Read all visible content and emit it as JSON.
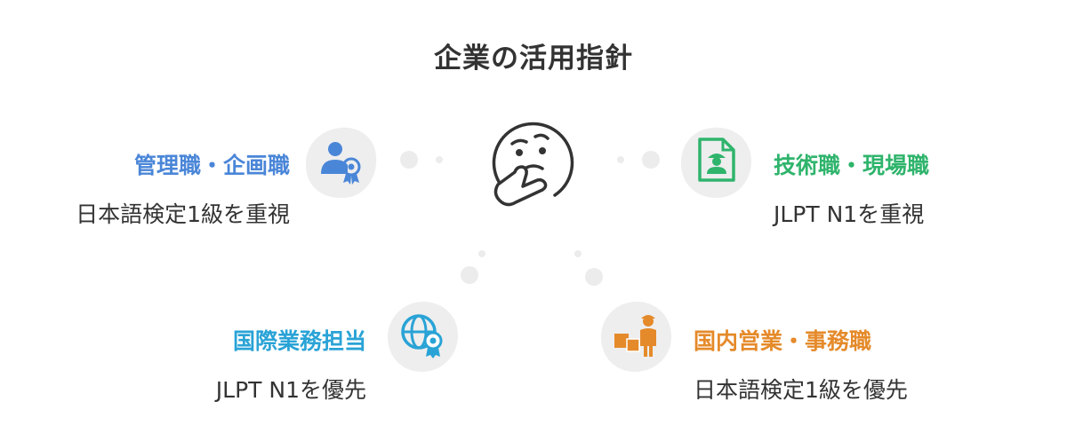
{
  "title": "企業の活用指針",
  "colors": {
    "blue": "#4a86d8",
    "green": "#2fb46c",
    "cyan": "#29a3d6",
    "orange": "#e58a2a",
    "blob": "#eeeeee",
    "text": "#333333"
  },
  "items": [
    {
      "label": "管理職・企画職",
      "desc": "日本語検定1級を重視",
      "icon": "manager-badge-icon"
    },
    {
      "label": "技術職・現場職",
      "desc": "JLPT N1を重視",
      "icon": "engineer-document-icon"
    },
    {
      "label": "国際業務担当",
      "desc": "JLPT N1を優先",
      "icon": "globe-badge-icon"
    },
    {
      "label": "国内営業・事務職",
      "desc": "日本語検定1級を優先",
      "icon": "worker-boxes-icon"
    }
  ],
  "center_icon": "thinking-face-icon"
}
